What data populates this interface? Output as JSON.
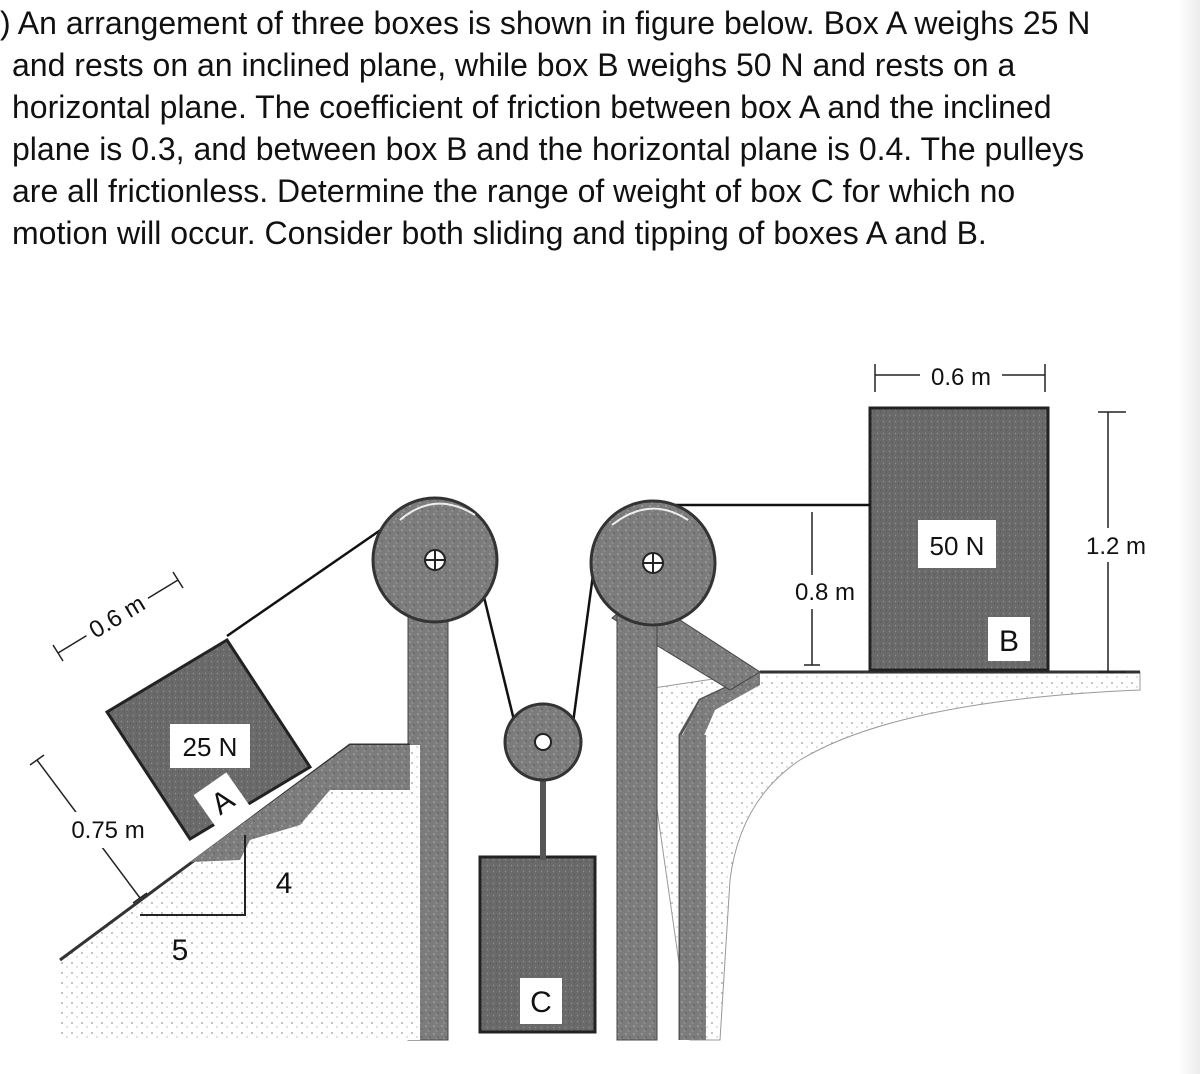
{
  "problem": {
    "lines": [
      ") An arrangement of three boxes is shown in figure below. Box A weighs 25 N",
      "and rests on an inclined plane, while box B weighs 50 N and rests on a",
      "horizontal plane. The coefficient of friction between box A and the inclined",
      "plane is 0.3, and between box B and the horizontal plane is 0.4. The pulleys",
      "are all frictionless. Determine the range of weight of box C for which no",
      "motion will occur. Consider both sliding and tipping of boxes A and B."
    ]
  },
  "figure": {
    "box_a": {
      "weight": "25 N",
      "letter": "A"
    },
    "box_b": {
      "weight": "50 N",
      "letter": "B"
    },
    "box_c": {
      "letter": "C"
    },
    "dims": {
      "a_width": "0.6 m",
      "a_height": "0.75 m",
      "b_width": "0.6 m",
      "b_height": "1.2 m",
      "rope_height": "0.8 m"
    },
    "slope": {
      "rise": "4",
      "run": "5"
    },
    "colors": {
      "box_fill": "#707070",
      "ground": "#8a8a8a",
      "line": "#111111"
    }
  }
}
